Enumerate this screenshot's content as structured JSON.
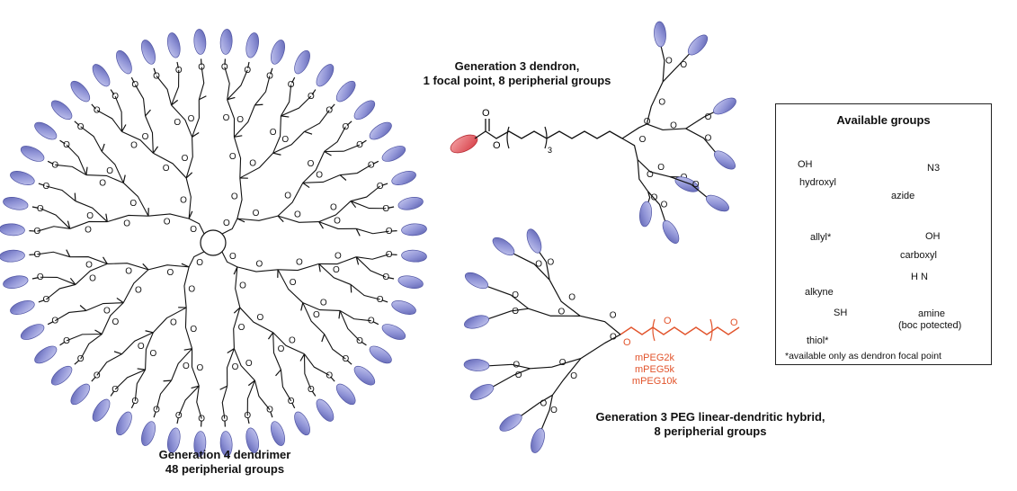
{
  "captions": {
    "gen4": {
      "line1": "Generation 4 dendrimer",
      "line2": "48 peripherial groups"
    },
    "gen3_dendron": {
      "line1": "Generation 3 dendron,",
      "line2": "1 focal point, 8 peripherial groups"
    },
    "gen3_peg": {
      "line1": "Generation 3 PEG linear-dendritic hybrid,",
      "line2": "8 peripherial groups"
    }
  },
  "peg_labels": [
    "mPEG2k",
    "mPEG5k",
    "mPEG10k"
  ],
  "repeat_subscript": "3",
  "legend": {
    "title": "Available groups",
    "groups": [
      {
        "name": "hydroxyl",
        "formula": "OH"
      },
      {
        "name": "azide",
        "formula": "N3"
      },
      {
        "name": "allyl*"
      },
      {
        "name": "carboxyl",
        "formula": "OH"
      },
      {
        "name": "alkyne"
      },
      {
        "name": "amine",
        "subname": "(boc potected)",
        "formula": "H N"
      },
      {
        "name": "thiol*",
        "formula": "SH"
      }
    ],
    "footnote": "*available only as dendron focal point"
  },
  "colors": {
    "periphery": "#8f93d6",
    "periphery_edge": "#5a5fae",
    "focal": "#e4545c",
    "peg": "#e2542c",
    "bond": "#111111"
  }
}
